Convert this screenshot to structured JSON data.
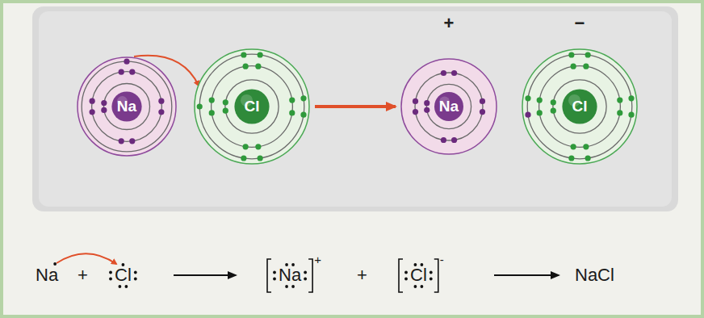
{
  "diagram": {
    "nodes": [
      {
        "text": [
          "Na"
        ]
      },
      {
        "text": [
          "Cl"
        ]
      },
      {
        "text": [
          "Na"
        ]
      },
      {
        "text": [
          "Cl"
        ]
      }
    ],
    "edges": [
      {
        "from": 1,
        "to": 2,
        "arrow": "to"
      }
    ],
    "labels": [
      "+",
      "−",
      "Na",
      "+",
      "Cl",
      "Na",
      "+",
      "+",
      "Cl",
      "-",
      "NaCl"
    ]
  }
}
